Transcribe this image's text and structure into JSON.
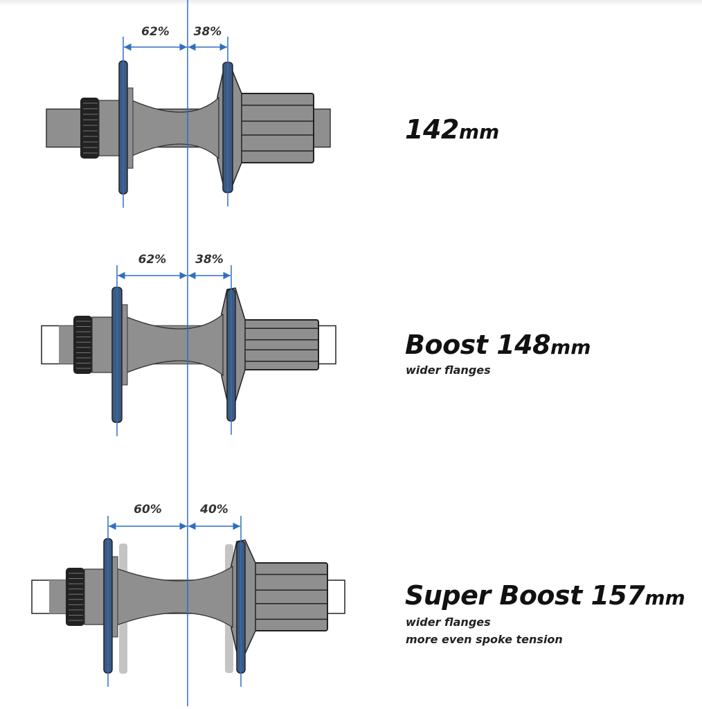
{
  "hubs": [
    {
      "name": "142",
      "title_main": "142",
      "title_unit": "mm",
      "left_pct": "62%",
      "right_pct": "38%",
      "notes": []
    },
    {
      "name": "boost-148",
      "title_main": "Boost 148",
      "title_unit": "mm",
      "left_pct": "62%",
      "right_pct": "38%",
      "notes": [
        "wider flanges"
      ]
    },
    {
      "name": "super-boost-157",
      "title_main": "Super Boost 157",
      "title_unit": "mm",
      "left_pct": "60%",
      "right_pct": "40%",
      "notes": [
        "wider flanges",
        "more even spoke tension"
      ]
    }
  ],
  "colors": {
    "dimension": "#2f6fc0",
    "hub": "#8f8f8f",
    "flange": "#3d5a80",
    "ghost": "#c4c4c4"
  }
}
